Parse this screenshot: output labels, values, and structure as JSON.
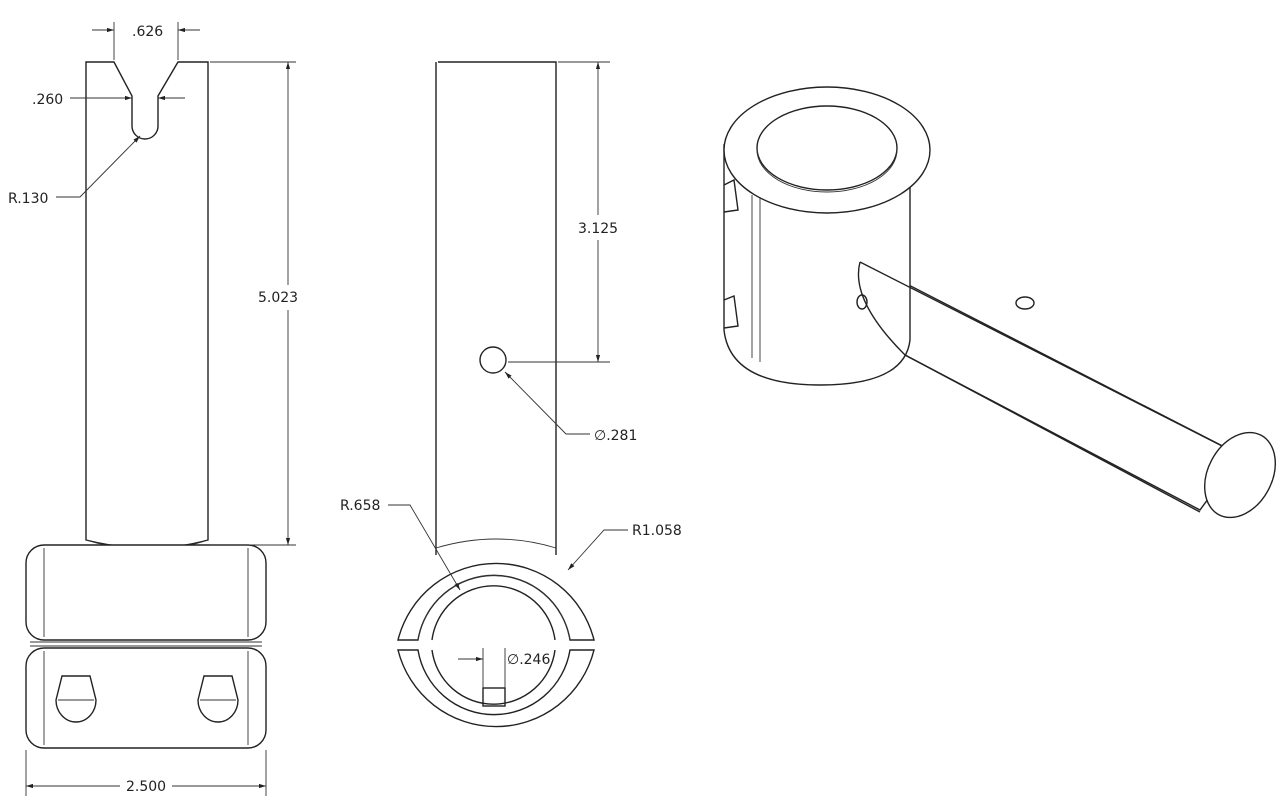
{
  "drawing": {
    "front_view": {
      "slot_width": ".626",
      "slot_neck": ".260",
      "slot_radius": "R.130",
      "overall_height": "5.023",
      "clamp_width": "2.500"
    },
    "side_view": {
      "hole_position": "3.125",
      "hole_diameter": "∅.281",
      "inner_radius": "R.658",
      "outer_radius": "R1.058",
      "pin_diameter": "∅.246"
    }
  }
}
